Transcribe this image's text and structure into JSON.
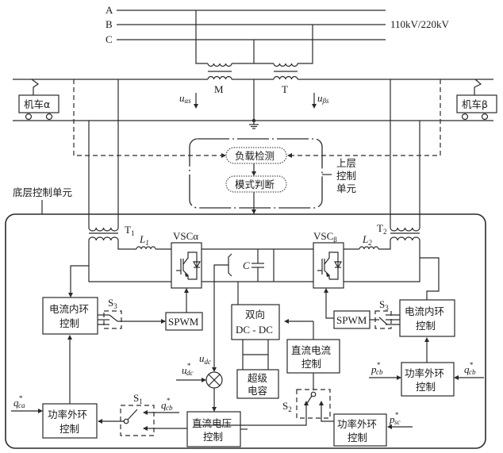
{
  "grid": {
    "phases": [
      "A",
      "B",
      "C"
    ],
    "voltage_label": "110kV/220kV",
    "transformer_m": "M",
    "transformer_t": "T",
    "voltage_alpha": {
      "main": "u",
      "sub": "αs"
    },
    "voltage_beta": {
      "main": "u",
      "sub": "βs"
    }
  },
  "locomotives": {
    "alpha": "机车α",
    "beta": "机车β"
  },
  "upper_control": {
    "label_lines": [
      "上层",
      "控制",
      "单元"
    ],
    "load_detect": "负载检测",
    "mode_judge": "模式判断"
  },
  "lower_control": {
    "label": "底层控制单元",
    "t1": {
      "main": "T",
      "sub": "1"
    },
    "t2": {
      "main": "T",
      "sub": "2"
    },
    "l1": {
      "main": "L",
      "sub": "1"
    },
    "l2": {
      "main": "L",
      "sub": "2"
    },
    "vsc_alpha": {
      "main": "VSC",
      "sub": "α"
    },
    "vsc_beta": {
      "main": "VSC",
      "sub": "β"
    },
    "capacitor": "C",
    "dcdc_lines": [
      "双向",
      "DC - DC"
    ],
    "supercap_lines": [
      "超级",
      "电容"
    ],
    "dc_current_ctrl_lines": [
      "直流电流",
      "控制"
    ],
    "dc_voltage_ctrl_lines": [
      "直流电压",
      "控制"
    ],
    "current_inner_left_lines": [
      "电流内环",
      "控制"
    ],
    "current_inner_right_lines": [
      "电流内环",
      "控制"
    ],
    "power_outer_left_lines": [
      "功率外环",
      "控制"
    ],
    "power_outer_right_lines": [
      "功率外环",
      "控制"
    ],
    "power_outer_sc_lines": [
      "功率外环",
      "控制"
    ],
    "spwm_left": "SPWM",
    "spwm_right": "SPWM",
    "s1": {
      "main": "S",
      "sub": "1"
    },
    "s2": {
      "main": "S",
      "sub": "2"
    },
    "s3_left": {
      "main": "S",
      "sub": "3"
    },
    "s3_right": {
      "main": "S",
      "sub": "3"
    },
    "udc": {
      "main": "u",
      "sub": "dc"
    },
    "udc_ref": {
      "main": "u",
      "sup": "*",
      "sub": "dc"
    },
    "qca_ref": {
      "main": "q",
      "sup": "*",
      "sub": "ca"
    },
    "qcb_ref_s1": {
      "main": "q",
      "sup": "*",
      "sub": "cb"
    },
    "qcb_ref_right": {
      "main": "q",
      "sup": "*",
      "sub": "cb"
    },
    "pcb_ref": {
      "main": "p",
      "sup": "*",
      "sub": "cb"
    },
    "psc_ref": {
      "main": "p",
      "sup": "*",
      "sub": "sc"
    }
  }
}
